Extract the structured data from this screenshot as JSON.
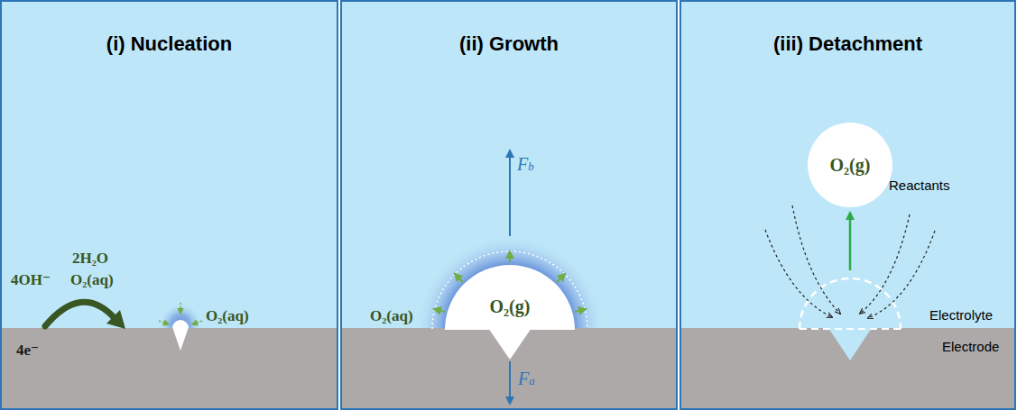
{
  "diagram": {
    "nodes": [
      {
        "text": [
          "(i) Nucleation"
        ]
      },
      {
        "text": [
          "(ii) Growth"
        ]
      },
      {
        "text": [
          "(iii) Detachment"
        ]
      },
      {
        "text": [
          "O₂(g)"
        ],
        "in": 1
      },
      {
        "text": [
          "O₂(g)"
        ],
        "in": 2
      }
    ],
    "labels": [
      "4OH⁻",
      "2H₂O",
      "O₂(aq)",
      "O₂(aq)",
      "4e⁻",
      "Fb",
      "O₂(aq)",
      "Fa",
      "Reactants",
      "Electrolyte",
      "Electrode"
    ]
  }
}
